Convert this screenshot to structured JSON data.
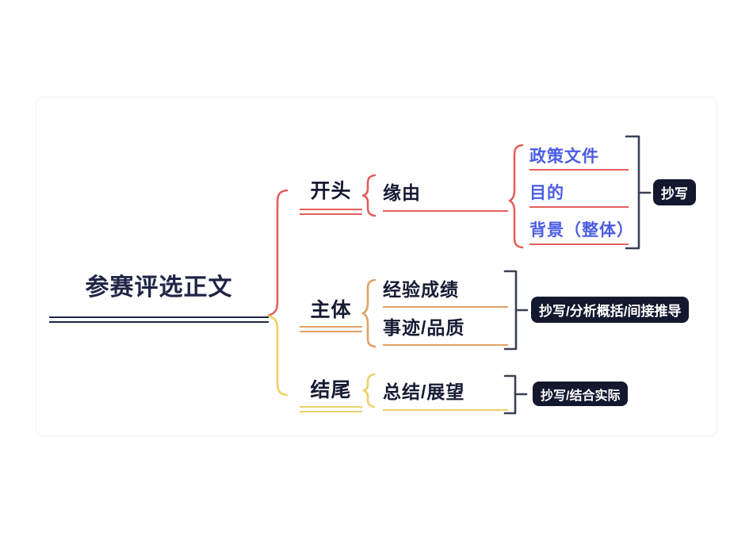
{
  "colors": {
    "root_text": "#1f2546",
    "text_dark": "#161b33",
    "branch_red": "#e45f5d",
    "branch_orange": "#dfa265",
    "branch_yellow": "#ebd166",
    "child_blue": "#4b5de4",
    "bracket_navy": "#3a4057",
    "badge_bg": "#13182f",
    "badge_text": "#ffffff"
  },
  "mindmap": {
    "root": {
      "label": "参赛评选正文"
    },
    "opening": {
      "label": "开头",
      "subtopic": {
        "label": "缘由"
      },
      "details": [
        {
          "label": "政策文件"
        },
        {
          "label": "目的"
        },
        {
          "label": "背景（整体）"
        }
      ],
      "annotation": "抄写"
    },
    "body": {
      "label": "主体",
      "subtopics": [
        {
          "label": "经验成绩"
        },
        {
          "label": "事迹/品质"
        }
      ],
      "annotation": "抄写/分析概括/间接推导"
    },
    "ending": {
      "label": "结尾",
      "subtopics": [
        {
          "label": "总结/展望"
        }
      ],
      "annotation": "抄写/结合实际"
    }
  }
}
